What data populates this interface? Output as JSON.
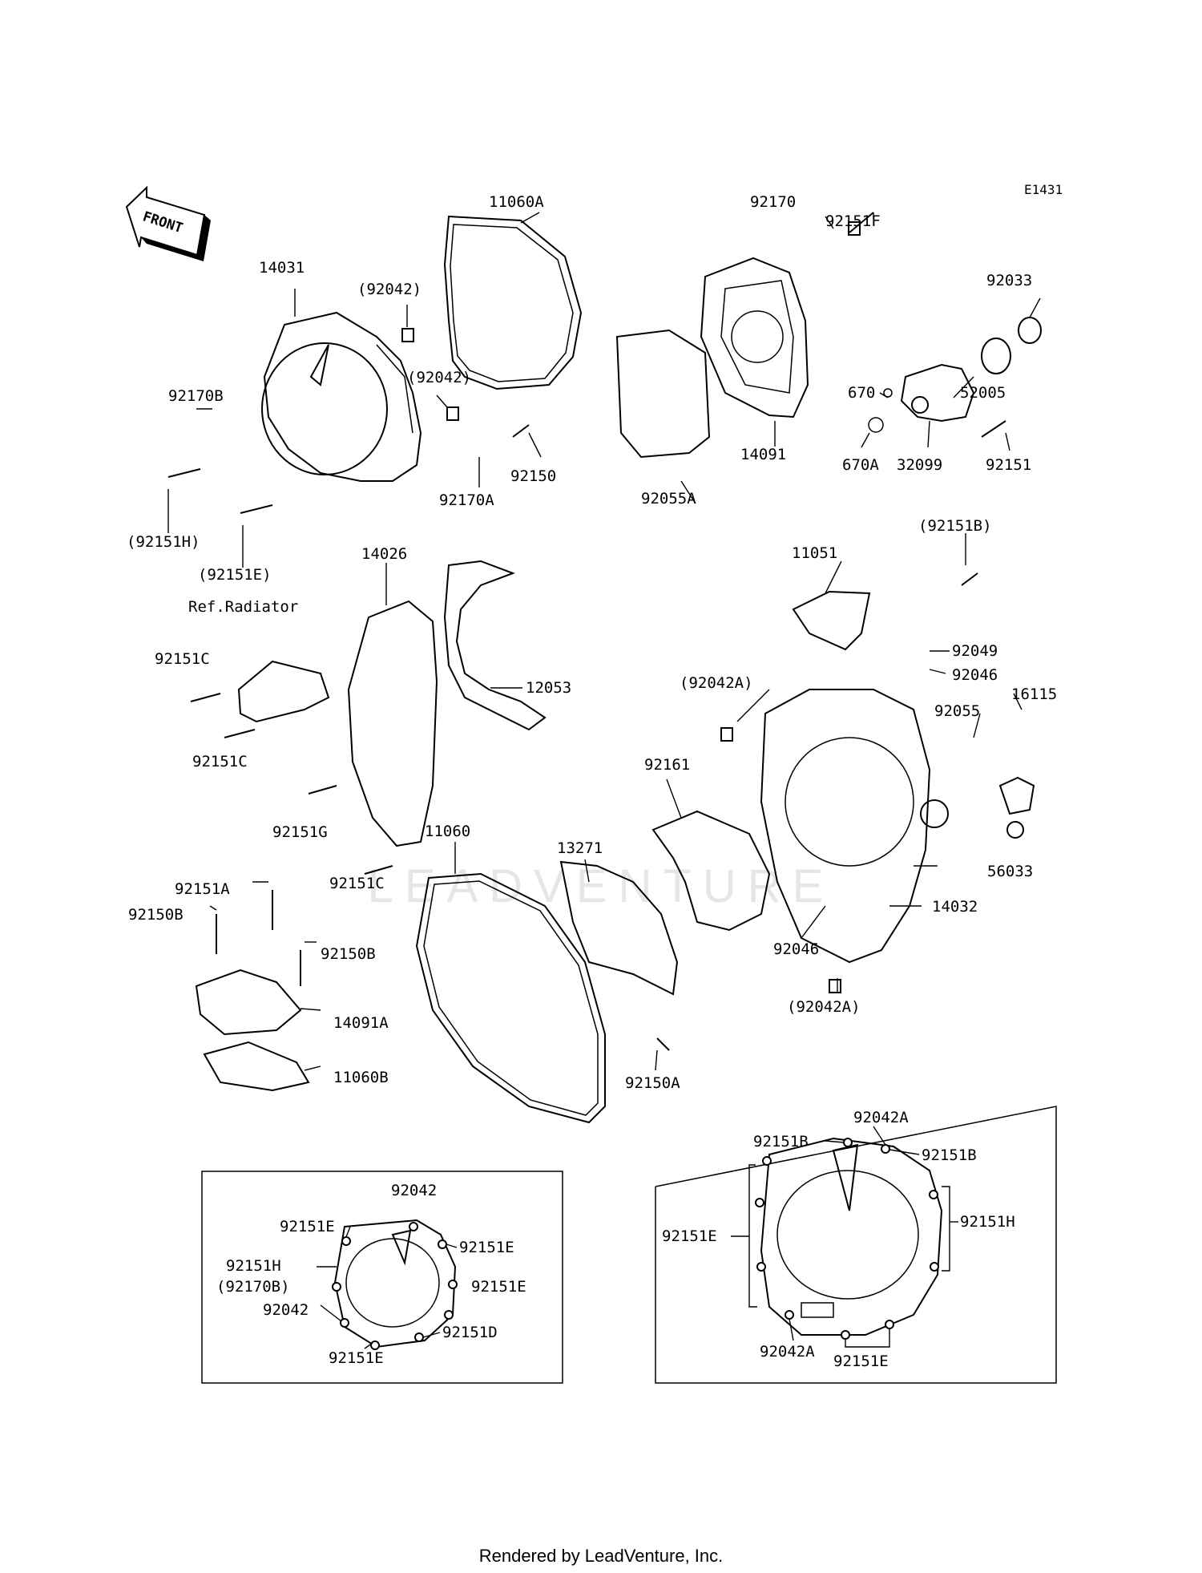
{
  "diagram_code": "E1431",
  "front_arrow_label": "FRONT",
  "ref_note": "Ref.Radiator",
  "watermark": "LEADVENTURE",
  "footer": "Rendered by LeadVenture, Inc.",
  "labels": {
    "p11060A": "11060A",
    "p92170": "92170",
    "p92151F": "92151F",
    "p92033": "92033",
    "p14031": "14031",
    "p92042a": "(92042)",
    "p92042b": "(92042)",
    "p92170B": "92170B",
    "p92150": "92150",
    "p92170A": "92170A",
    "p92151H": "(92151H)",
    "p92151E": "(92151E)",
    "p92055A": "92055A",
    "p14091": "14091",
    "p670": "670",
    "p52005": "52005",
    "p670A": "670A",
    "p32099": "32099",
    "p92151": "92151",
    "p14026": "14026",
    "p12053": "12053",
    "p92151C1": "92151C",
    "p92151C2": "92151C",
    "p92151G": "92151G",
    "p92151C3": "92151C",
    "p92151Bp": "(92151B)",
    "p11051": "11051",
    "p92049": "92049",
    "p92046a": "92046",
    "p16115": "16115",
    "p92042Aa": "(92042A)",
    "p92055": "92055",
    "p92161": "92161",
    "p13271": "13271",
    "p11060": "11060",
    "p56033": "56033",
    "p14032": "14032",
    "p92046b": "92046",
    "p92042Ab": "(92042A)",
    "p92151A": "92151A",
    "p92150B1": "92150B",
    "p92150B2": "92150B",
    "p14091A": "14091A",
    "p11060B": "11060B",
    "p92150A": "92150A"
  },
  "inset_left": {
    "l1": "92042",
    "l2": "92151E",
    "l3": "92151E",
    "l4": "92151H",
    "l5": "(92170B)",
    "l6": "92151E",
    "l7": "92042",
    "l8": "92151D",
    "l9": "92151E"
  },
  "inset_right": {
    "r1": "92042A",
    "r2": "92151B",
    "r3": "92151B",
    "r4": "92151E",
    "r5": "92151H",
    "r6": "92042A",
    "r7": "92151E"
  }
}
